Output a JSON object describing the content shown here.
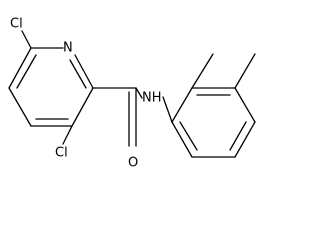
{
  "molecule": {
    "atoms": {
      "cl_top": "Cl",
      "n_ring": "N",
      "cl_bottom": "Cl",
      "nh": "NH",
      "o": "O"
    },
    "colors": {
      "bond": "#000000",
      "label": "#000000",
      "background": "#ffffff"
    }
  }
}
